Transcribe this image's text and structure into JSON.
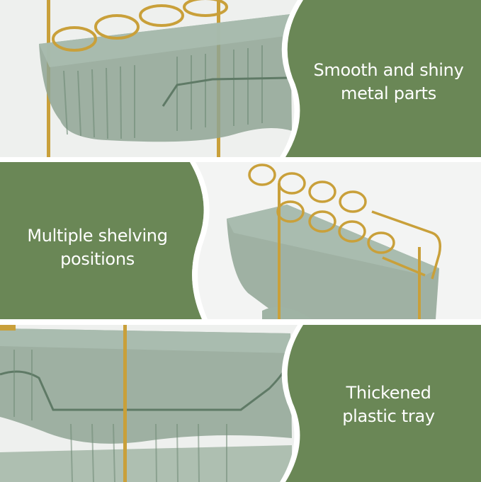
{
  "features": [
    {
      "line1": "Smooth and shiny",
      "line2": "metal parts"
    },
    {
      "line1": "Multiple shelving",
      "line2": "positions"
    },
    {
      "line1": "Thickened",
      "line2": "plastic tray"
    }
  ],
  "colors": {
    "panel_green": "#6a8756",
    "tray_green": "#8fa594",
    "tray_dark": "#5f7a66",
    "gold": "#c9a03a",
    "background": "#ffffff"
  }
}
